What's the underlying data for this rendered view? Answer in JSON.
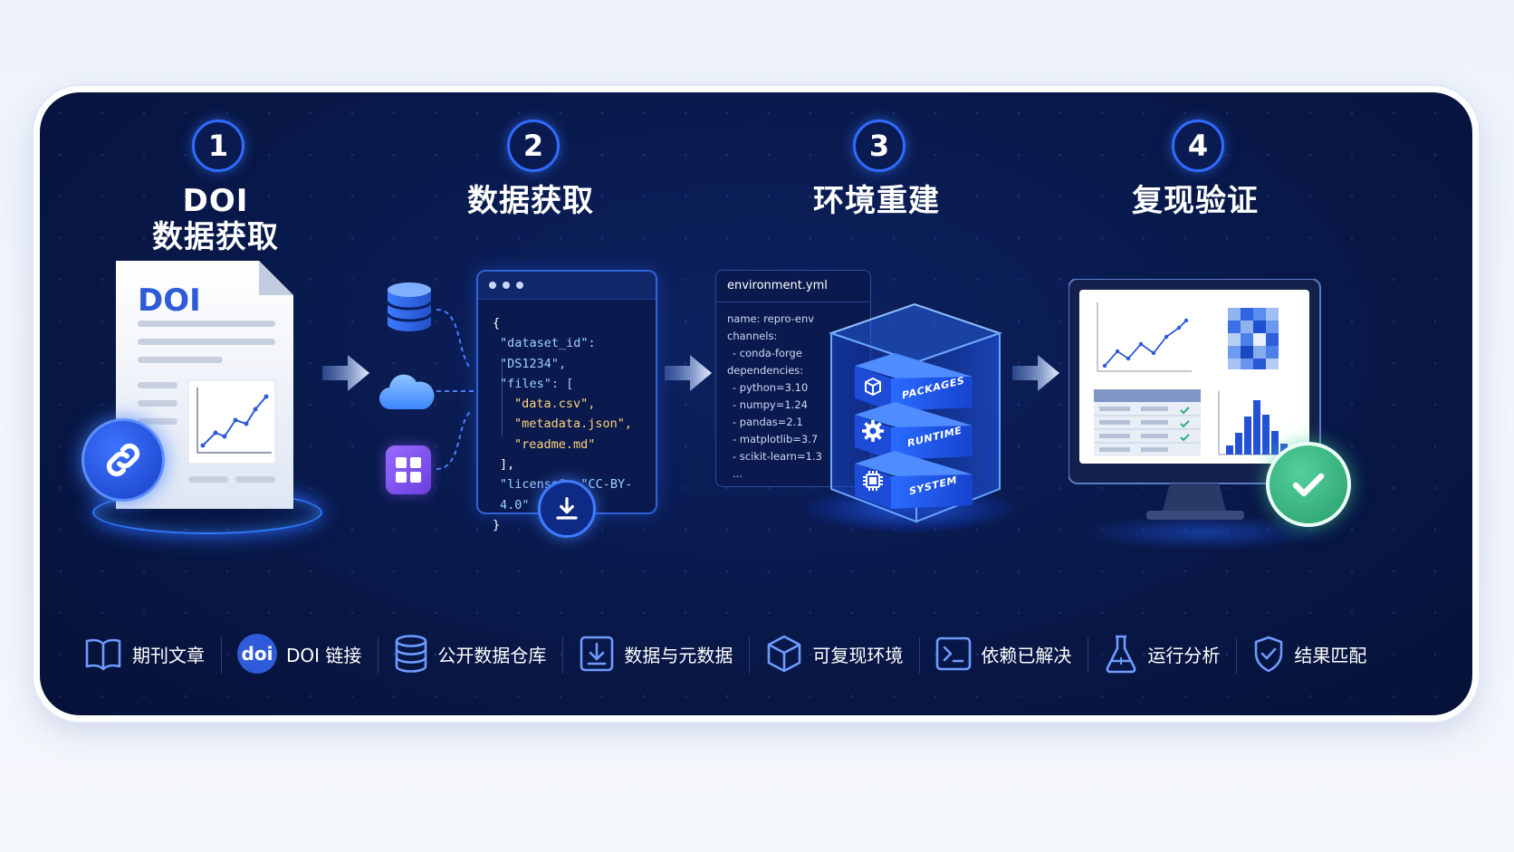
{
  "steps": [
    {
      "num": "1",
      "title_line1": "DOI",
      "title_line2": "数据获取"
    },
    {
      "num": "2",
      "title": "数据获取"
    },
    {
      "num": "3",
      "title": "环境重建"
    },
    {
      "num": "4",
      "title": "复现验证"
    }
  ],
  "doc": {
    "label": "DOI"
  },
  "json_window": {
    "lines": [
      "{",
      "\"dataset_id\": \"DS1234\",",
      "\"files\": [",
      "\"data.csv\",",
      "\"metadata.json\",",
      "\"readme.md\"",
      "],",
      "\"license\": \"CC-BY-4.0\"",
      "}"
    ]
  },
  "env_file": {
    "filename": "environment.yml",
    "lines": [
      "name: repro-env",
      "channels:",
      "- conda-forge",
      "dependencies:",
      "- python=3.10",
      "- numpy=1.24",
      "- pandas=2.1",
      "- matplotlib=3.7",
      "- scikit-learn=1.3",
      "..."
    ]
  },
  "cube_layers": [
    "PACKAGES",
    "RUNTIME",
    "SYSTEM"
  ],
  "legend": [
    {
      "icon": "open-book-icon",
      "label": "期刊文章"
    },
    {
      "icon": "doi-badge-icon",
      "badge": "doi",
      "label": "DOI 链接"
    },
    {
      "icon": "database-icon",
      "label": "公开数据仓库"
    },
    {
      "icon": "download-icon",
      "label": "数据与元数据"
    },
    {
      "icon": "cube-icon",
      "label": "可复现环境"
    },
    {
      "icon": "terminal-icon",
      "label": "依赖已解决"
    },
    {
      "icon": "flask-icon",
      "label": "运行分析"
    },
    {
      "icon": "shield-check-icon",
      "label": "结果匹配"
    }
  ],
  "colors": {
    "panel": "#081849",
    "accent": "#2f6bff",
    "check": "#3fb98a",
    "json_key": "#9fd0ff",
    "json_string": "#ffd37a"
  }
}
